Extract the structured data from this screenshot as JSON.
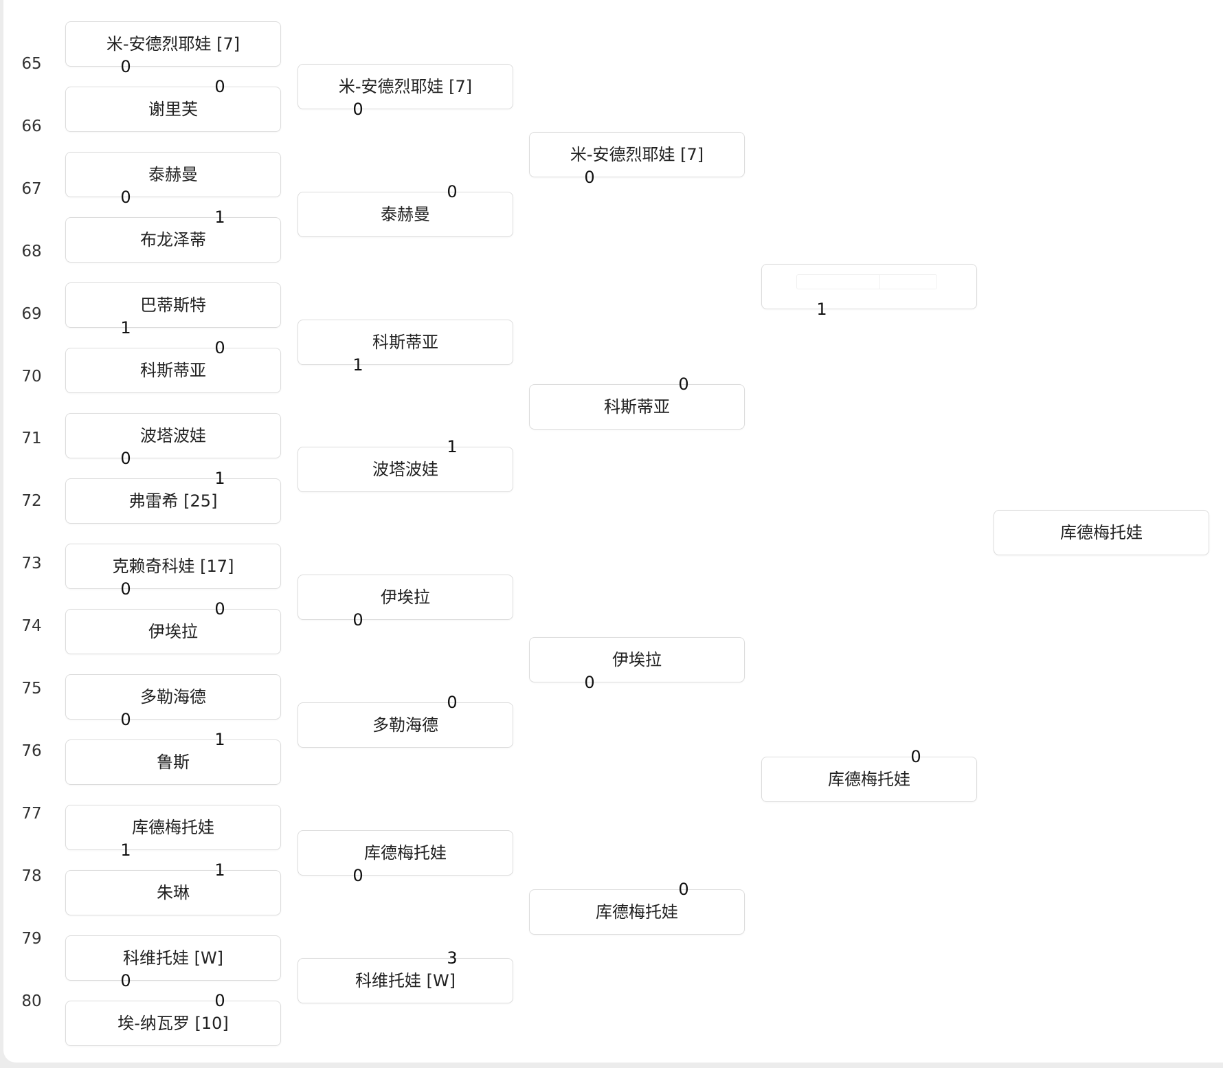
{
  "row_numbers": [
    "65",
    "66",
    "67",
    "68",
    "69",
    "70",
    "71",
    "72",
    "73",
    "74",
    "75",
    "76",
    "77",
    "78",
    "79",
    "80"
  ],
  "rounds": [
    {
      "slots": [
        {
          "name": "米-安德烈耶娃 [7]",
          "score": "0"
        },
        {
          "name": "谢里芙",
          "score": "0"
        },
        {
          "name": "泰赫曼",
          "score": "0"
        },
        {
          "name": "布龙泽蒂",
          "score": "1"
        },
        {
          "name": "巴蒂斯特",
          "score": "1"
        },
        {
          "name": "科斯蒂亚",
          "score": "0"
        },
        {
          "name": "波塔波娃",
          "score": "0"
        },
        {
          "name": "弗雷希 [25]",
          "score": "1"
        },
        {
          "name": "克赖奇科娃 [17]",
          "score": "0"
        },
        {
          "name": "伊埃拉",
          "score": "0"
        },
        {
          "name": "多勒海德",
          "score": "0"
        },
        {
          "name": "鲁斯",
          "score": "1"
        },
        {
          "name": "库德梅托娃",
          "score": "1"
        },
        {
          "name": "朱琳",
          "score": "1"
        },
        {
          "name": "科维托娃 [W]",
          "score": "0"
        },
        {
          "name": "埃-纳瓦罗 [10]",
          "score": "0"
        }
      ]
    },
    {
      "slots": [
        {
          "name": "米-安德烈耶娃 [7]",
          "score": "0"
        },
        {
          "name": "泰赫曼",
          "score": "0"
        },
        {
          "name": "科斯蒂亚",
          "score": "1"
        },
        {
          "name": "波塔波娃",
          "score": "1"
        },
        {
          "name": "伊埃拉",
          "score": "0"
        },
        {
          "name": "多勒海德",
          "score": "0"
        },
        {
          "name": "库德梅托娃",
          "score": "0"
        },
        {
          "name": "科维托娃 [W]",
          "score": "3"
        }
      ]
    },
    {
      "slots": [
        {
          "name": "米-安德烈耶娃 [7]",
          "score": "0"
        },
        {
          "name": "科斯蒂亚",
          "score": "0"
        },
        {
          "name": "伊埃拉",
          "score": "0"
        },
        {
          "name": "库德梅托娃",
          "score": "0"
        }
      ]
    },
    {
      "slots": [
        {
          "name": "",
          "score": "1"
        },
        {
          "name": "库德梅托娃",
          "score": "0"
        }
      ]
    },
    {
      "slots": [
        {
          "name": "库德梅托娃",
          "score": null
        }
      ]
    }
  ]
}
